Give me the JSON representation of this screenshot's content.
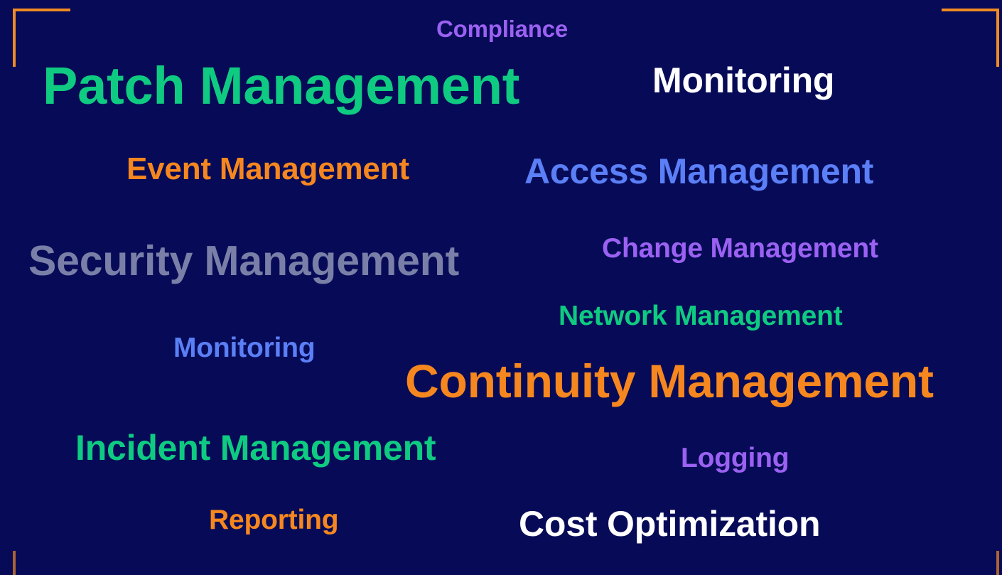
{
  "background_color": "#070b57",
  "frame_accent_color": "#f08a24",
  "words": [
    {
      "text": "Compliance",
      "color": "#9b61f2"
    },
    {
      "text": "Patch Management",
      "color": "#0ecb81"
    },
    {
      "text": "Monitoring",
      "color": "#ffffff"
    },
    {
      "text": "Event Management",
      "color": "#f6871f"
    },
    {
      "text": "Access Management",
      "color": "#5b7ff6"
    },
    {
      "text": "Security Management",
      "color": "#7a7fa8"
    },
    {
      "text": "Change Management",
      "color": "#9b61f2"
    },
    {
      "text": "Network Management",
      "color": "#0ecb81"
    },
    {
      "text": "Monitoring",
      "color": "#5b7ff6"
    },
    {
      "text": "Continuity Management",
      "color": "#f6871f"
    },
    {
      "text": "Incident Management",
      "color": "#0ecb81"
    },
    {
      "text": "Logging",
      "color": "#9b61f2"
    },
    {
      "text": "Reporting",
      "color": "#f6871f"
    },
    {
      "text": "Cost Optimization",
      "color": "#ffffff"
    }
  ]
}
